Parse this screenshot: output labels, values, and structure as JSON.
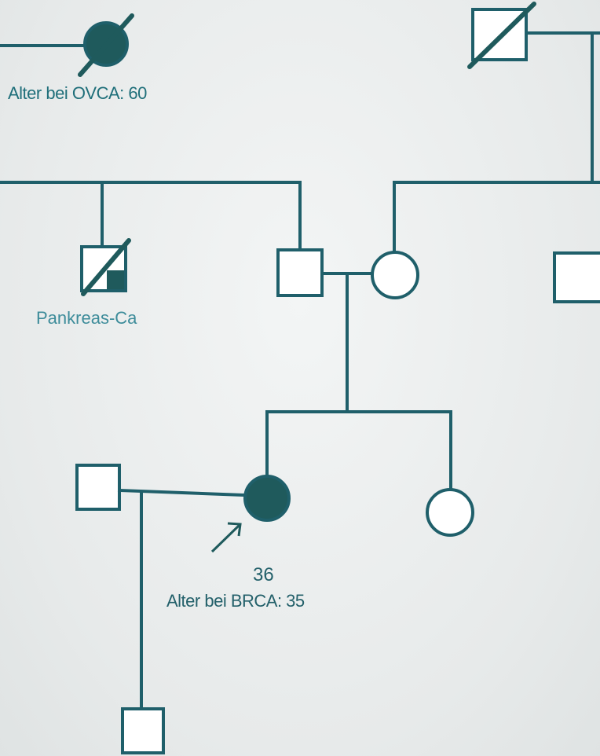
{
  "labels": {
    "grandmother_ovca": "Alter bei OVCA: 60",
    "uncle_cancer": "Pankreas-Ca",
    "proband_age": "36",
    "proband_brca": "Alter bei BRCA: 35"
  },
  "colors": {
    "line": "#1f5f6a",
    "affected_fill": "#1f5a5c",
    "text": "#1f6f7a"
  }
}
